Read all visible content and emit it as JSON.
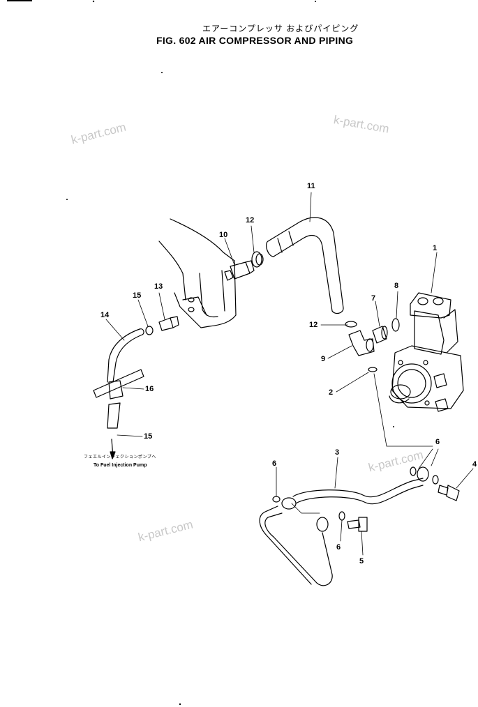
{
  "title": {
    "japanese": "エアーコンプレッサ およびパイピング",
    "english": "FIG. 602  AIR COMPRESSOR AND PIPING"
  },
  "watermarks": [
    "k-part.com",
    "k-part.com",
    "k-part.com",
    "k-part.com"
  ],
  "callouts": {
    "c1": "1",
    "c2": "2",
    "c3": "3",
    "c4": "4",
    "c5": "5",
    "c6a": "6",
    "c6b": "6",
    "c6c": "6",
    "c7": "7",
    "c8": "8",
    "c9": "9",
    "c10": "10",
    "c11": "11",
    "c12a": "12",
    "c12b": "12",
    "c13": "13",
    "c14": "14",
    "c15a": "15",
    "c15b": "15",
    "c16": "16"
  },
  "destination": {
    "japanese": "フェエルインジェクションポンプへ",
    "english": "To Fuel Injection Pump"
  }
}
